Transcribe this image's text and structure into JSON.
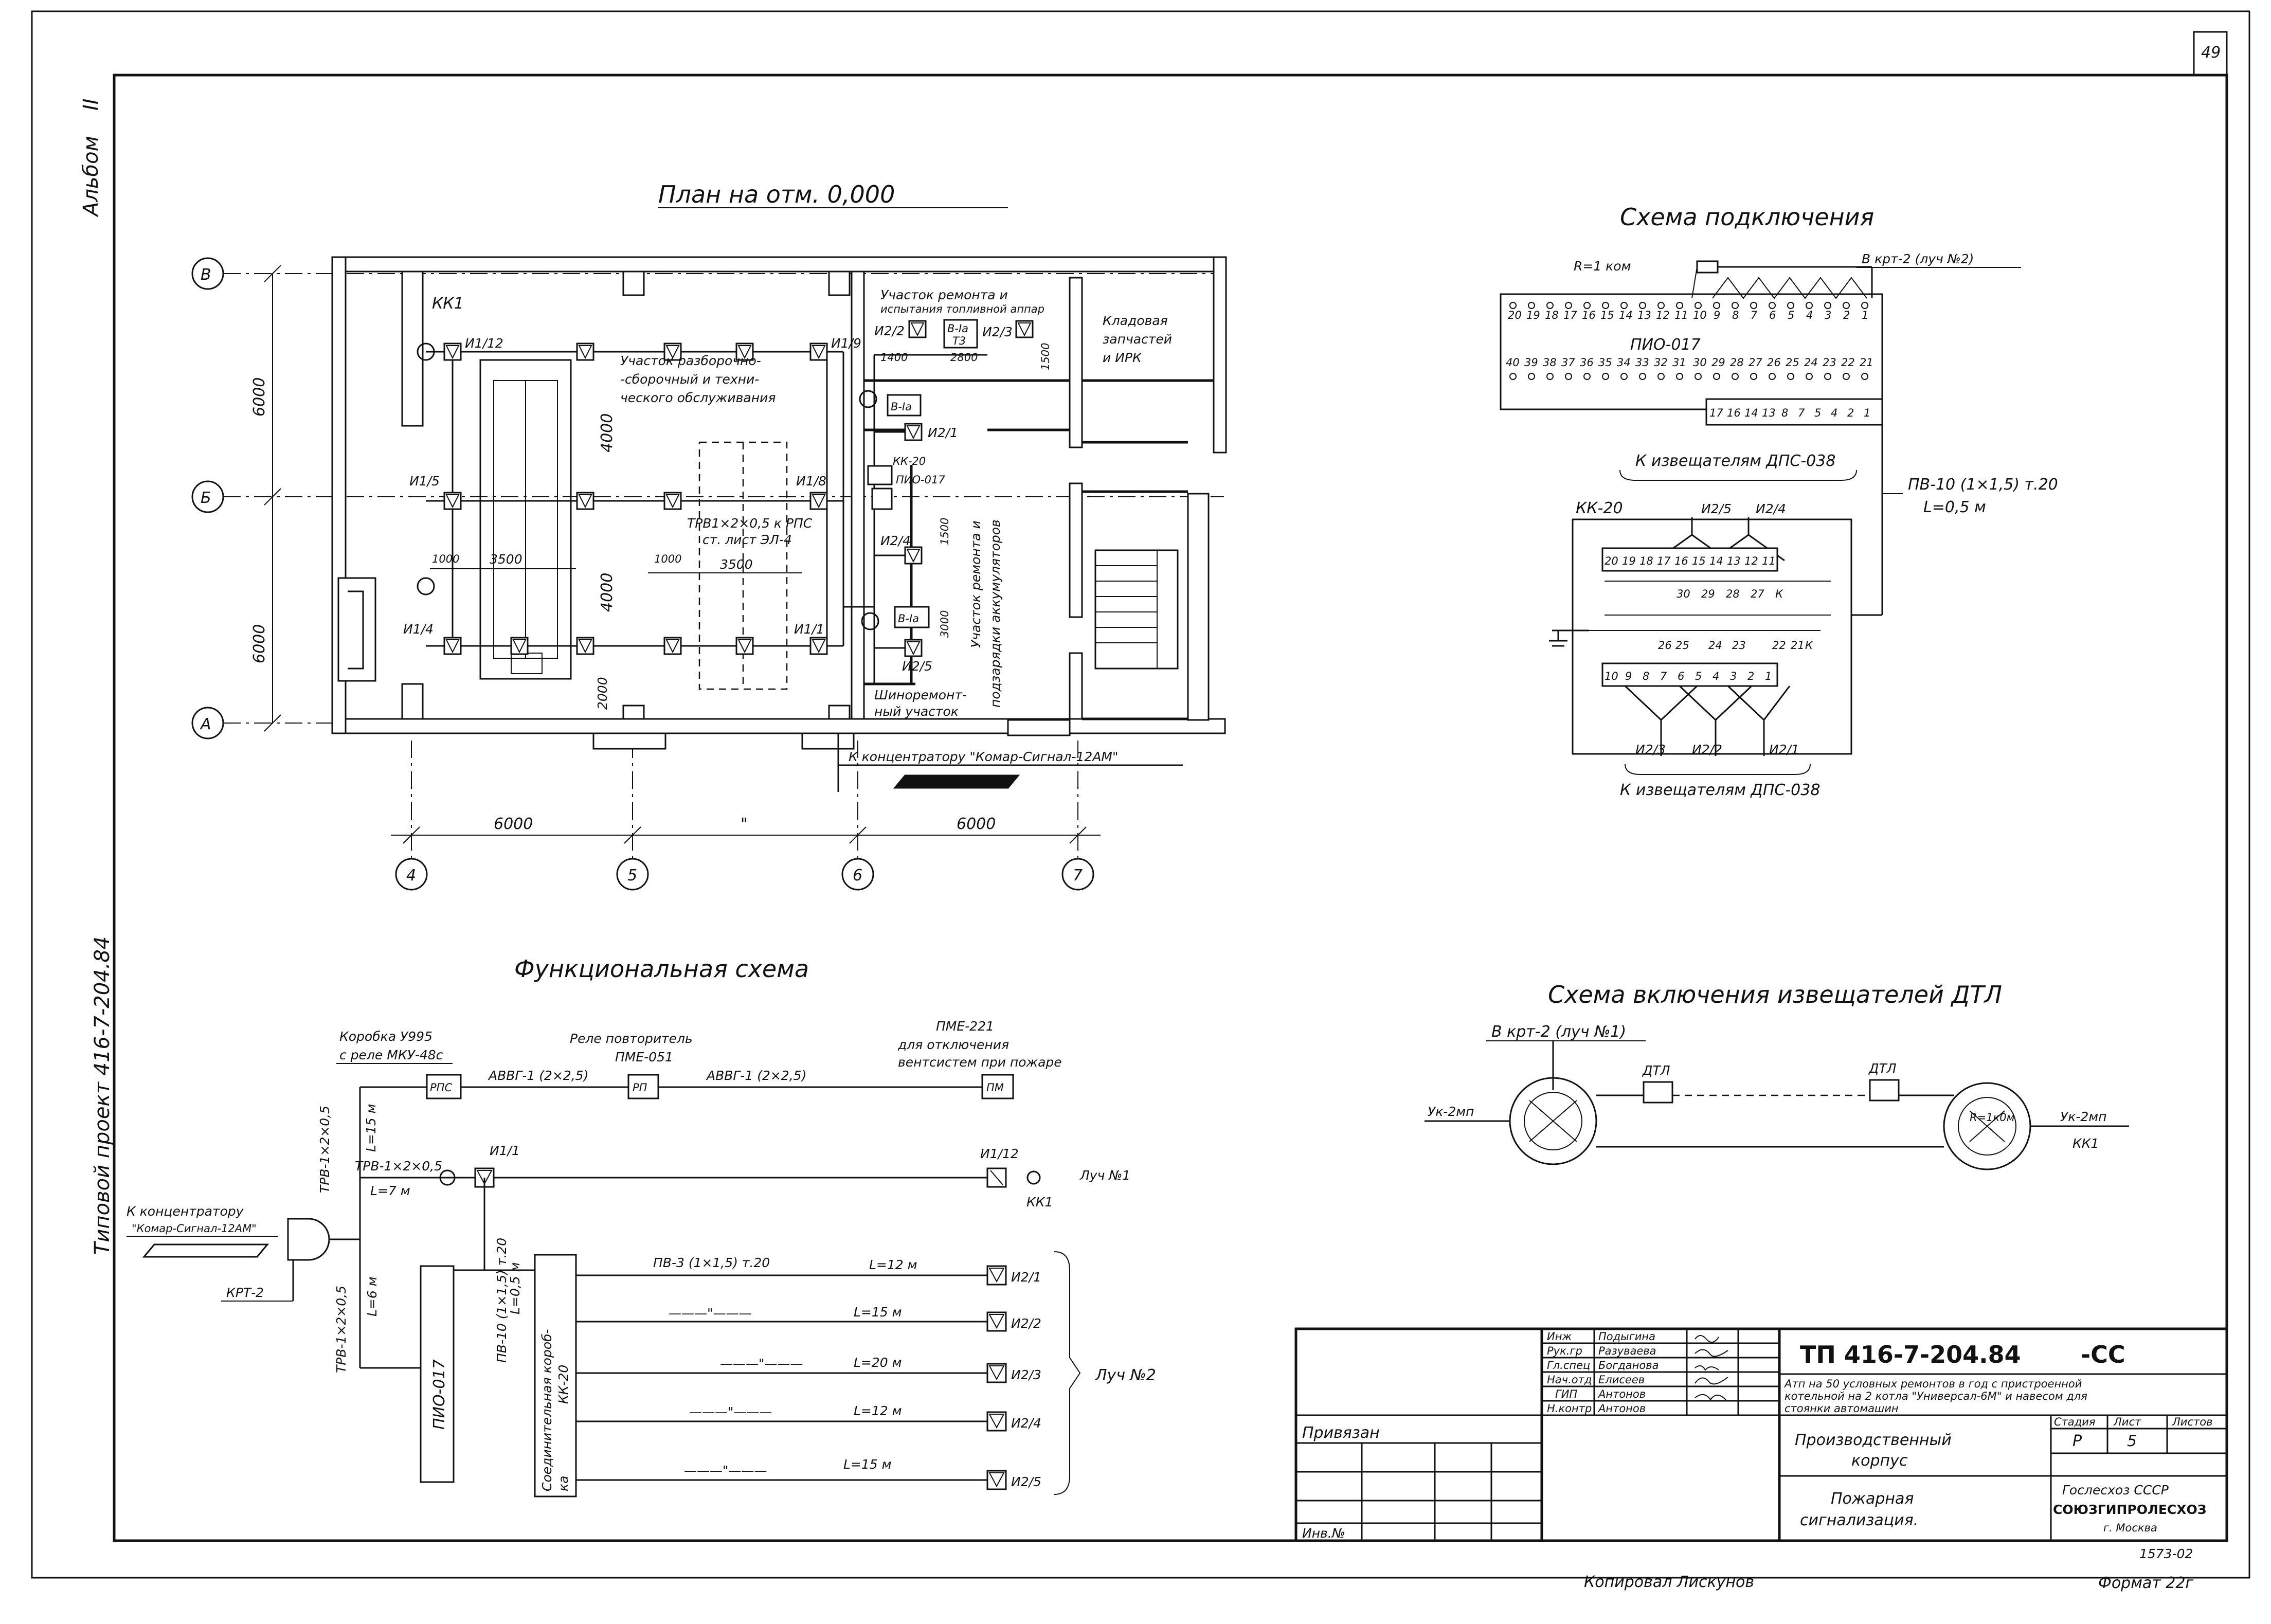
{
  "sheet": {
    "page_number": "49",
    "album_label": "Альбом",
    "album_number": "II",
    "project_side_label": "Типовой проект 416-7-204.84",
    "copied_label": "Копировал Лискунов",
    "format_label": "Формат 22г"
  },
  "plan": {
    "title": "План на отм. 0,000",
    "axes_rows": [
      "В",
      "Б",
      "А"
    ],
    "axes_cols": [
      "4",
      "5",
      "6",
      "7"
    ],
    "dim_left_top": "6000",
    "dim_left_bottom": "6000",
    "dim_bottom_left": "6000",
    "dim_bottom_mid": "\"",
    "dim_bottom_right": "6000",
    "label_kk1": "КК1",
    "detectors": {
      "i1_12": "И1/12",
      "i1_9": "И1/9",
      "i1_5": "И1/5",
      "i1_8": "И1/8",
      "i1_4": "И1/4",
      "i1_1": "И1/1",
      "i2_2": "И2/2",
      "i2_3": "И2/3",
      "i2_1": "И2/1",
      "i2_4": "И2/4",
      "i2_5": "И2/5"
    },
    "room_service_l1": "Участок разборочно-",
    "room_service_l2": "-сборочный и техни-",
    "room_service_l3": "ческого обслуживания",
    "room_fuel_l1": "Участок ремонта и",
    "room_fuel_l2": "испытания топливной аппар",
    "room_store_l1": "Кладовая",
    "room_store_l2": "запчастей",
    "room_store_l3": "и ИРК",
    "room_battery_l1": "Участок ремонта и",
    "room_battery_l2": "подзарядки аккумуляторов",
    "room_tire_l1": "Шиноремонт-",
    "room_tire_l2": "ный участок",
    "b1a_label": "В-Iа",
    "b1a2_label": "В-Iа",
    "b1a3_label": "В-Iа",
    "t3_label": "Т3",
    "kk20_label": "КК-20",
    "pio_label": "ПИО-017",
    "cable_l1": "ТРВ1×2×0,5 к РПС",
    "cable_l2": "ст. лист ЭЛ-4",
    "dim_1400": "1400",
    "dim_2800": "2800",
    "dim_1500": "1500",
    "dim_1500b": "1500",
    "dim_3000": "3000",
    "dim_4000a": "4000",
    "dim_4000b": "4000",
    "dim_1000a": "1000",
    "dim_1000b": "1000",
    "dim_3500a": "3500",
    "dim_3500b": "3500",
    "dim_2000": "2000",
    "concentrator_note": "К концентратору \"Комар-Сигнал-12АМ\""
  },
  "connection": {
    "title": "Схема подключения",
    "r_label": "R=1 ком",
    "krt_label": "В крт-2 (луч №2)",
    "pio_label": "ПИО-017",
    "top_row_numbers": [
      "20",
      "19",
      "18",
      "17",
      "16",
      "15",
      "14",
      "13",
      "12",
      "11",
      "10",
      "9",
      "8",
      "7",
      "6",
      "5",
      "4",
      "3",
      "2",
      "1"
    ],
    "bottom_row_numbers": [
      "40",
      "39",
      "38",
      "37",
      "36",
      "35",
      "34",
      "33",
      "32",
      "31",
      "30",
      "29",
      "28",
      "27",
      "26",
      "25",
      "24",
      "23",
      "22",
      "21"
    ],
    "wire_numbers": [
      "17",
      "16",
      "14",
      "13",
      "8",
      "7",
      "5",
      "4",
      "2",
      "1"
    ],
    "to_detectors_top": "К извещателям ДПС-038",
    "to_detectors_bottom": "К извещателям ДПС-038",
    "cable_label": "ПВ-10 (1×1,5) т.20",
    "cable_length": "L=0,5 м",
    "kk20_label": "КК-20",
    "i2_5": "И2/5",
    "i2_4": "И2/4",
    "i2_3": "И2/3",
    "i2_2": "И2/2",
    "i2_1": "И2/1",
    "block_row1": [
      "20",
      "19",
      "18",
      "17",
      "16",
      "15",
      "14",
      "13",
      "12",
      "11"
    ],
    "block_row2": [
      "30",
      "29",
      "28",
      "27",
      "К"
    ],
    "block_row3": [
      "26",
      "25",
      "24",
      "23",
      "22",
      "21",
      "К"
    ],
    "block_row4": [
      "10",
      "9",
      "8",
      "7",
      "6",
      "5",
      "4",
      "3",
      "2",
      "1"
    ]
  },
  "dtl": {
    "title": "Схема включения извещателей ДТЛ",
    "krt_label": "В крт-2 (луч №1)",
    "dtl1": "ДТЛ",
    "dtl2": "ДТЛ",
    "uk_left": "Ук-2мп",
    "uk_right": "Ук-2мп",
    "r_label": "R=1к0м",
    "kk1": "КК1"
  },
  "functional": {
    "title": "Функциональная схема",
    "box_label": "Коробка У995",
    "relay_label": "с реле МКУ-48с",
    "rps": "РПС",
    "cable1": "АВВГ-1 (2×2,5)",
    "repeater_l1": "Реле повторитель",
    "repeater_l2": "ПМЕ-051",
    "rp": "РП",
    "cable2": "АВВГ-1 (2×2,5)",
    "pme_l1": "ПМЕ-221",
    "pme_l2": "для отключения",
    "pme_l3": "вентсистем при пожаре",
    "pm": "ПМ",
    "cable_v1": "ТРВ-1×2×0,5",
    "length_v1": "L=15 м",
    "cable_h": "ТРВ-1×2×0,5",
    "length_h": "L=7 м",
    "i1_1": "И1/1",
    "i1_12": "И1/12",
    "luch1": "Луч №1",
    "kk1": "КК1",
    "conc_l1": "К концентратору",
    "conc_l2": "\"Комар-Сигнал-12АМ\"",
    "krt2": "КРТ-2",
    "cable_v2": "ТРВ-1×2×0,5",
    "length_v2": "L=6 м",
    "pio": "ПИО-017",
    "cable_v3": "ПВ-10 (1×1,5) т.20",
    "length_v3": "L=0,5 м",
    "kk20_l1": "Соединительная короб-",
    "kk20_l2": "ка",
    "kk20_l3": "КК-20",
    "cable_main": "ПВ-3 (1×1,5) т.20",
    "rows": [
      {
        "mark": "",
        "length": "L=12 м",
        "det": "И2/1"
      },
      {
        "mark": "———\"———",
        "length": "L=15 м",
        "det": "И2/2"
      },
      {
        "mark": "———\"———",
        "length": "L=20 м",
        "det": "И2/3"
      },
      {
        "mark": "———\"———",
        "length": "L=12 м",
        "det": "И2/4"
      },
      {
        "mark": "———\"———",
        "length": "L=15 м",
        "det": "И2/5"
      }
    ],
    "luch2": "Луч №2"
  },
  "stamp": {
    "roles": [
      "Инж",
      "Рук.гр",
      "Гл.спец",
      "Нач.отд",
      "ГИП",
      "Н.контр"
    ],
    "names": [
      "Подыгина",
      "Разуваева",
      "Богданова",
      "Елисеев",
      "Антонов",
      "Антонов"
    ],
    "project_code": "ТП 416-7-204.84",
    "suffix": "-СС",
    "description_l1": "Атп на 50 условных ремонтов в год с пристроенной",
    "description_l2": "котельной на 2 котла \"Универсал-6М\" и навесом для",
    "description_l3": "стоянки автомашин",
    "object_l1": "Производственный",
    "object_l2": "корпус",
    "stage_header": "Стадия",
    "sheet_header": "Лист",
    "sheets_header": "Листов",
    "stage": "Р",
    "sheet": "5",
    "drawing_l1": "Пожарная",
    "drawing_l2": "сигнализация.",
    "org_l1": "Гослесхоз СССР",
    "org_l2": "СОЮЗГИПРОЛЕСХОЗ",
    "org_l3": "г. Москва",
    "privyazan": "Привязан",
    "inv": "Инв.№",
    "sheet_code": "1573-02"
  }
}
